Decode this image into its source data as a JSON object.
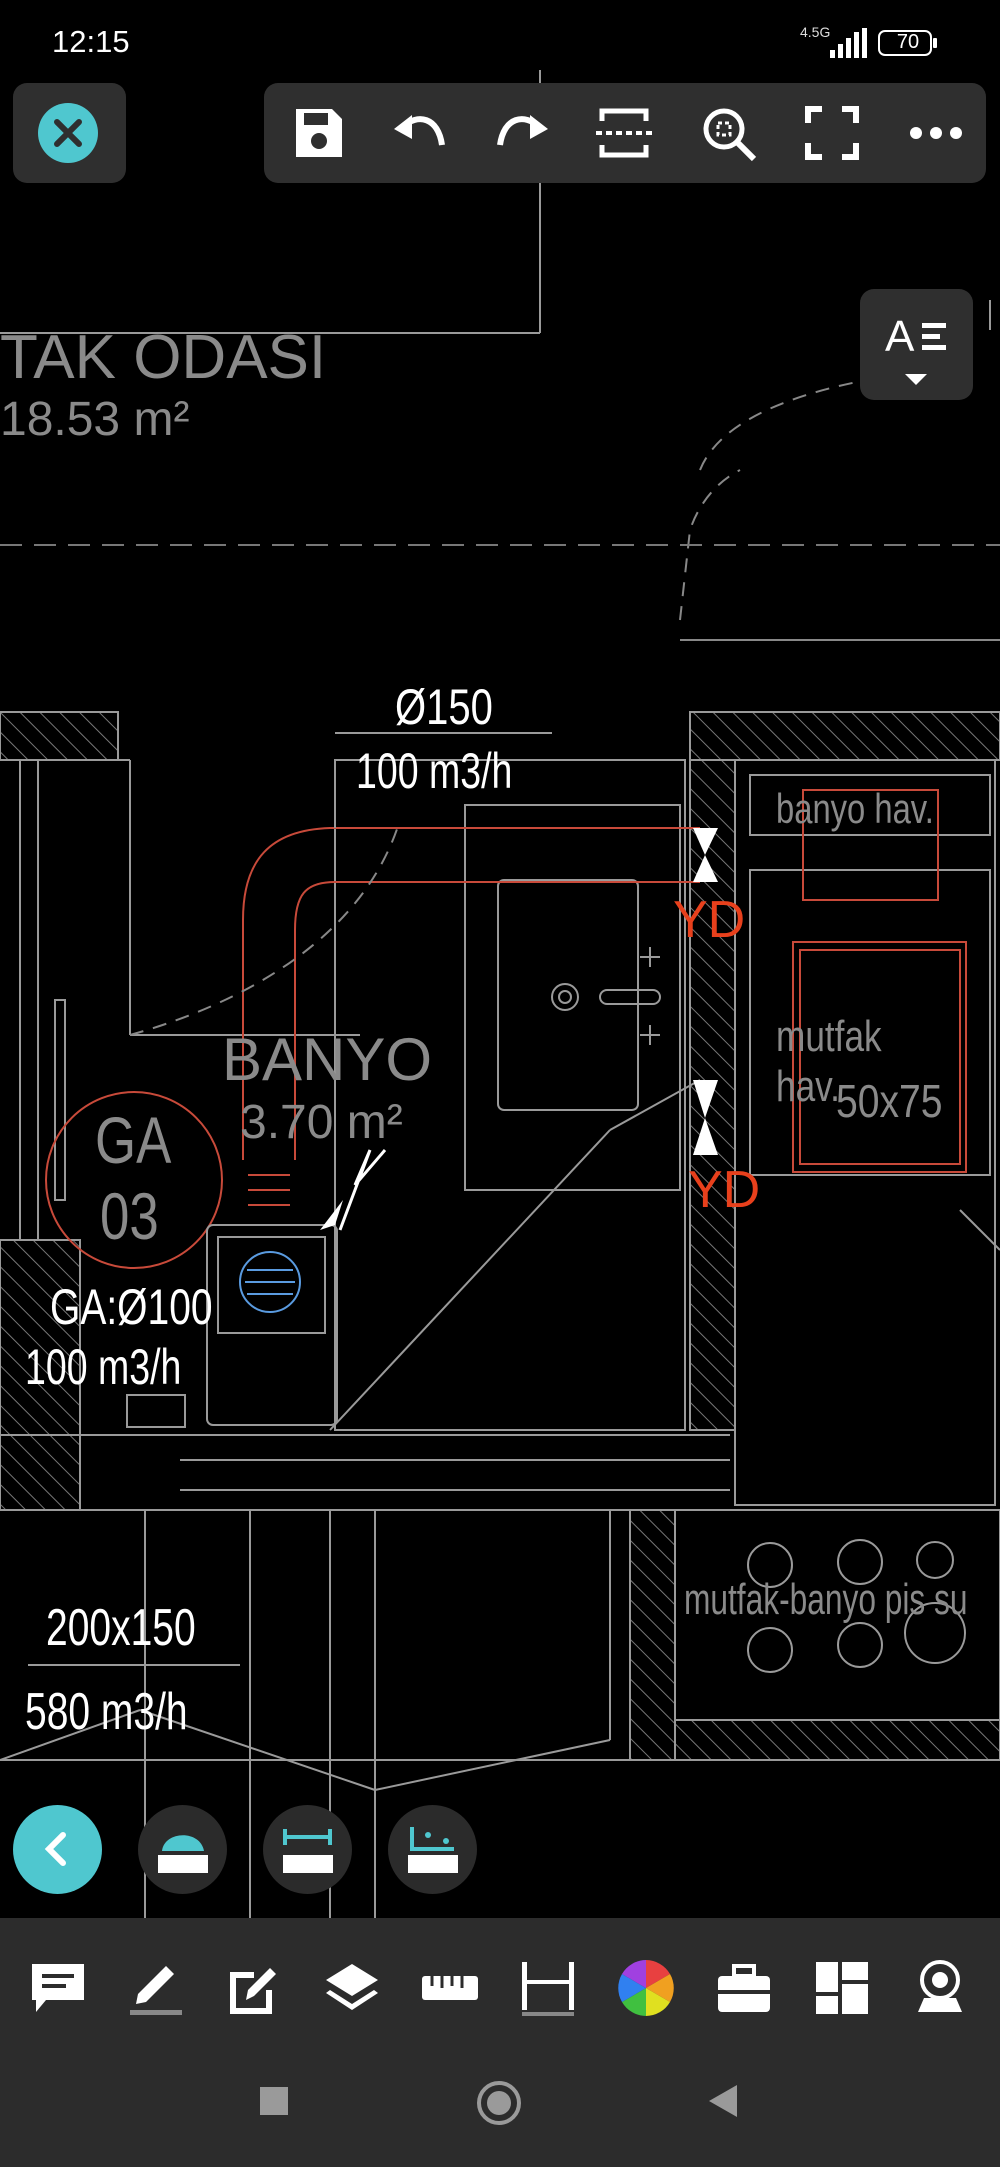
{
  "status_bar": {
    "time": "12:15",
    "network": "4.5G",
    "battery": "70"
  },
  "toolbar": {
    "close": "close-icon",
    "items": [
      "save-icon",
      "undo-icon",
      "redo-icon",
      "crop-icon",
      "zoom-window-icon",
      "fullscreen-icon",
      "more-icon"
    ]
  },
  "drawing": {
    "room1_name": "TAK ODASI",
    "room1_area": "18.53 m²",
    "duct_top_dia": "Ø150",
    "duct_top_flow": "100 m3/h",
    "banyo_hav": "banyo hav.",
    "yd1": "YD",
    "yd2": "YD",
    "room2_name": "BANYO",
    "room2_area": "3.70 m²",
    "mutfak_hav": "mutfak hav.",
    "mutfak_size": "50x75",
    "ga_tag_top": "GA",
    "ga_tag_bottom": "03",
    "ga_dia": "GA:Ø100",
    "ga_flow": "100 m3/h",
    "pis_su": "mutfak-banyo pis su",
    "duct_bottom_size": "200x150",
    "duct_bottom_flow": "580 m3/h"
  },
  "colors": {
    "accent": "#4fc7cf",
    "panel": "#2f2f2f",
    "red": "#e8401c",
    "cad_gray": "#8a8a8a"
  },
  "measure_tools": [
    "back-icon",
    "area-measure-icon",
    "linear-measure-icon",
    "coordinate-measure-icon"
  ],
  "bottom_tools": [
    "comment-icon",
    "pencil-icon",
    "edit-icon",
    "layers-icon",
    "ruler-icon",
    "dimension-icon",
    "color-wheel-icon",
    "toolbox-icon",
    "layout-icon",
    "viewer-icon"
  ],
  "nav": [
    "recent-apps-icon",
    "home-icon",
    "back-nav-icon"
  ]
}
